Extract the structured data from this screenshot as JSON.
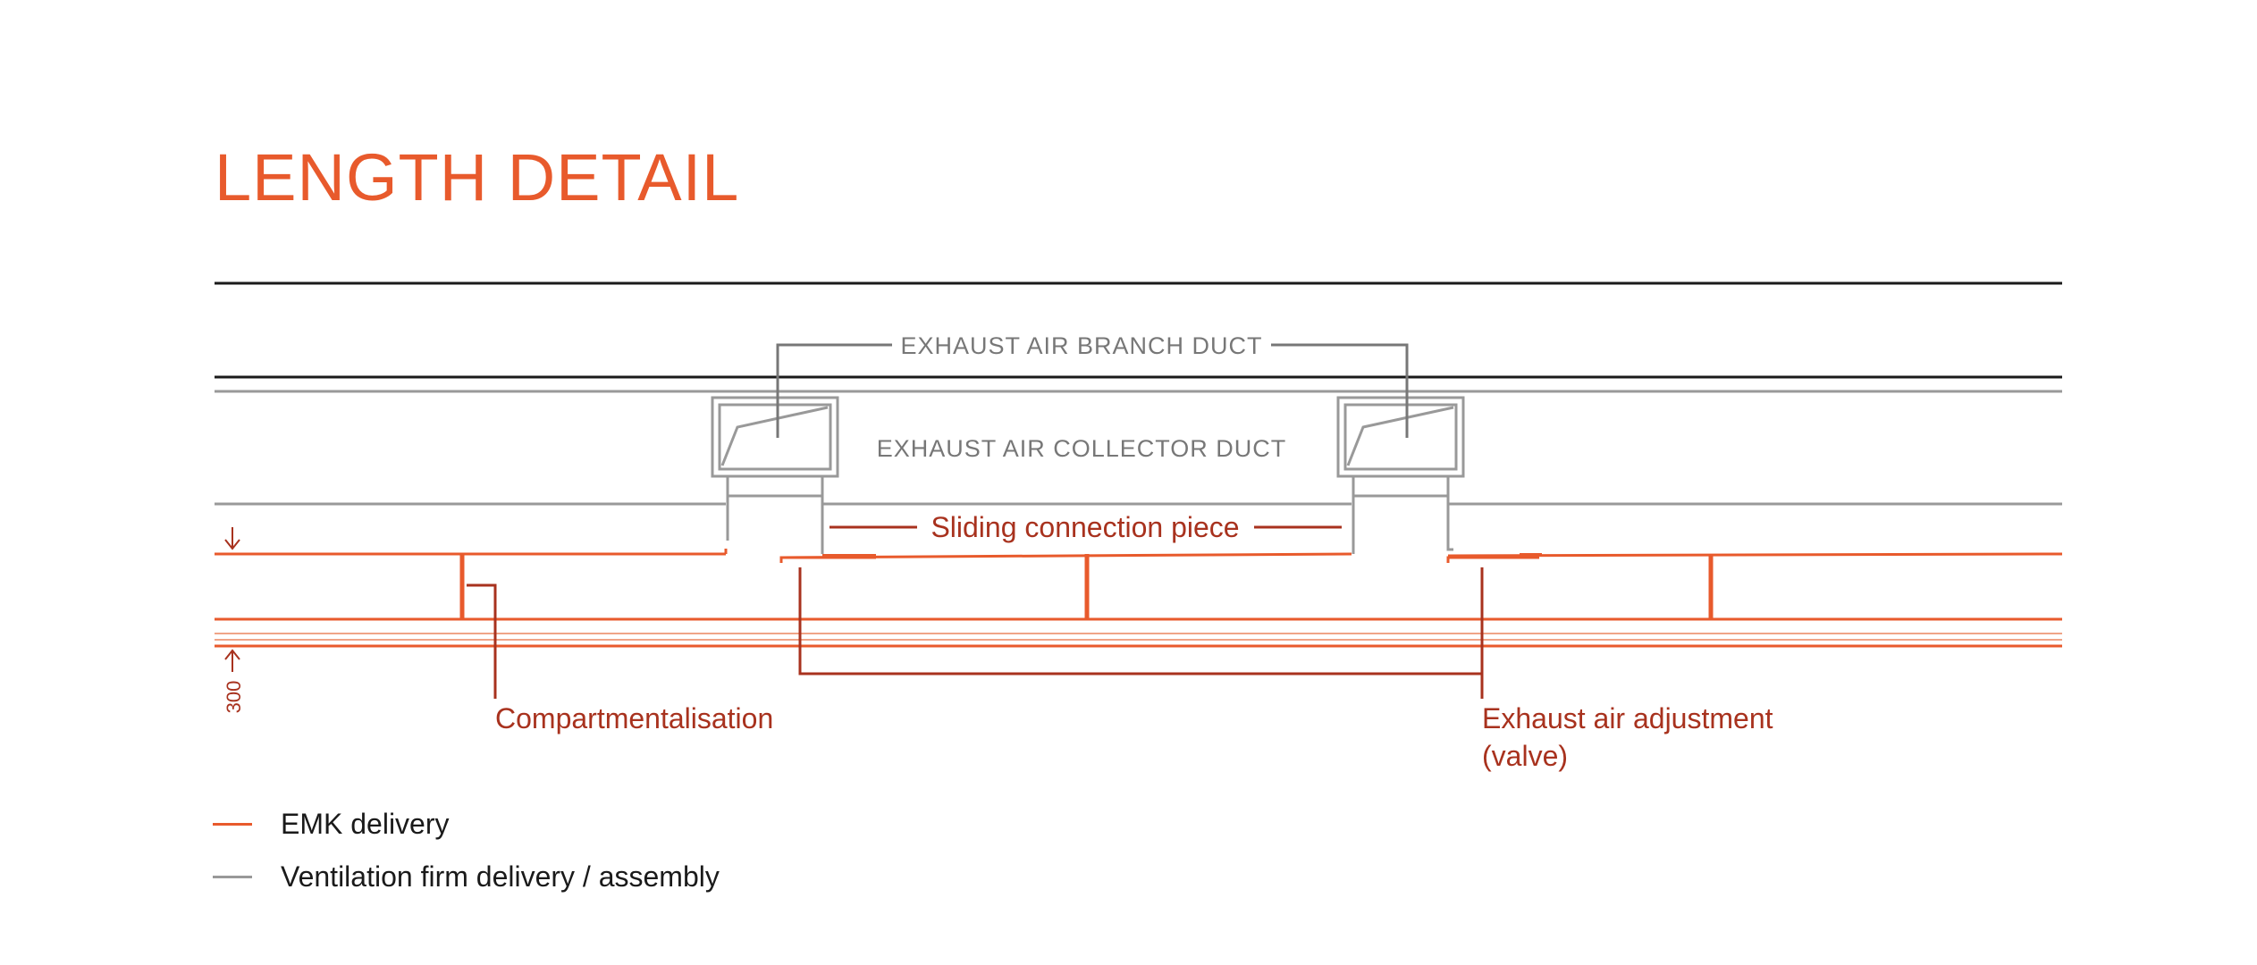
{
  "title": "LENGTH DETAIL",
  "colors": {
    "emk": "#e85a2c",
    "ventilation": "#999999",
    "callout": "#a8321e",
    "structure": "#1a1a1a",
    "label_grey": "#777777"
  },
  "labels": {
    "branch_duct": "EXHAUST AIR BRANCH DUCT",
    "collector_duct": "EXHAUST AIR COLLECTOR DUCT",
    "sliding_piece": "Sliding connection piece",
    "compartmentalisation": "Compartmentalisation",
    "valve_line1": "Exhaust air adjustment",
    "valve_line2": "(valve)",
    "dimension": "300"
  },
  "legend": [
    {
      "label": "EMK delivery",
      "color": "#e85a2c"
    },
    {
      "label": "Ventilation firm delivery / assembly",
      "color": "#999999"
    }
  ]
}
